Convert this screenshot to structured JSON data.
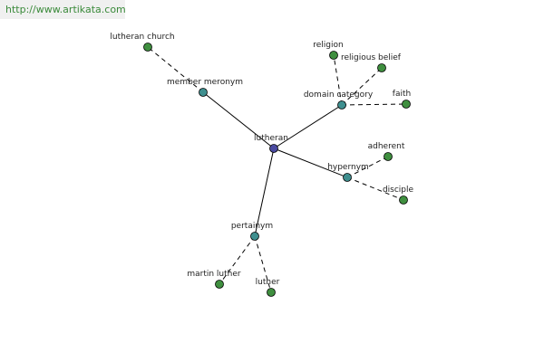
{
  "watermark": "http://www.artikata.com",
  "colors": {
    "root": "#4a4aa0",
    "relation": "#3f8f8f",
    "leaf": "#3f8f3f"
  },
  "graph": {
    "root": "lutheran",
    "relations": [
      {
        "label": "member meronym",
        "leaves": [
          "lutheran church"
        ]
      },
      {
        "label": "domain category",
        "leaves": [
          "religion",
          "religious belief",
          "faith"
        ]
      },
      {
        "label": "hypernym",
        "leaves": [
          "adherent",
          "disciple"
        ]
      },
      {
        "label": "pertainym",
        "leaves": [
          "martin luther",
          "luther"
        ]
      }
    ]
  }
}
